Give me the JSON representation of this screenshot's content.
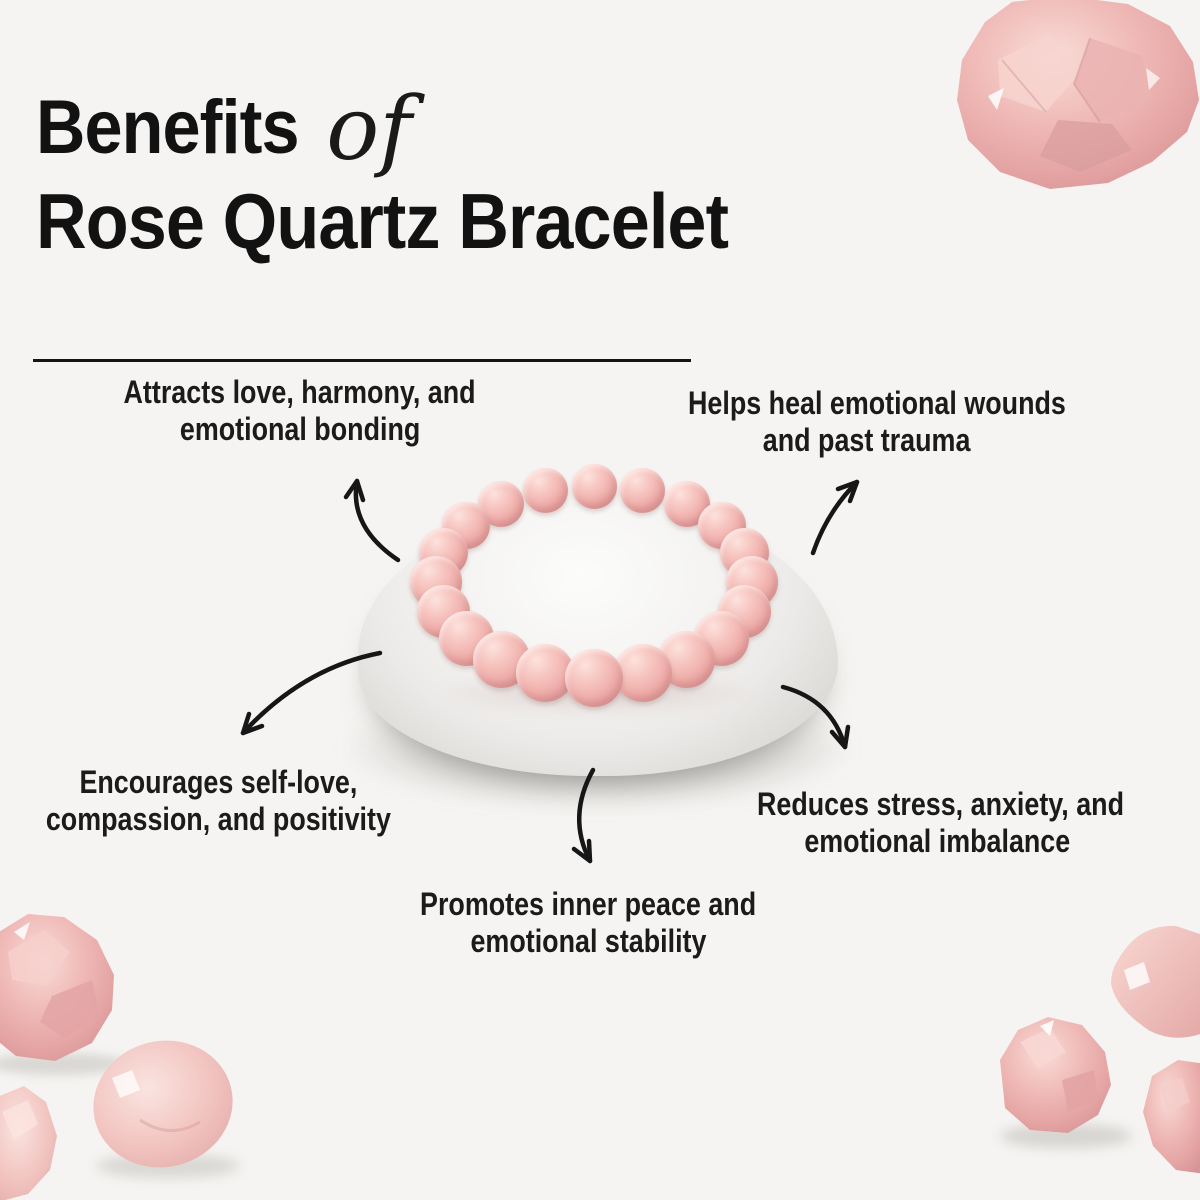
{
  "title": {
    "prefix": "Benefits",
    "of_word": "of",
    "product": "Rose Quartz Bracelet"
  },
  "benefits": [
    {
      "id": "attracts-love",
      "line1": "Attracts love, harmony, and",
      "line2": "emotional bonding"
    },
    {
      "id": "heal-wounds",
      "line1": "Helps heal emotional wounds",
      "line2": "and past trauma"
    },
    {
      "id": "self-love",
      "line1": "Encourages self-love,",
      "line2": "compassion, and positivity"
    },
    {
      "id": "reduces-stress",
      "line1": "Reduces stress, anxiety, and",
      "line2": "emotional imbalance"
    },
    {
      "id": "inner-peace",
      "line1": "Promotes inner peace and",
      "line2": "emotional stability"
    }
  ],
  "colors": {
    "background": "#f5f4f2",
    "text": "#161616",
    "arrow_black": "#161616",
    "quartz_pink": "#efb3af",
    "quartz_pink_light": "#f9dcd8",
    "stone_white": "#f2f1ef"
  },
  "decor": {
    "center_subject": "rose-quartz-bead-bracelet-on-white-pebble-stone",
    "crystals": [
      "rough-rose-quartz-top-right",
      "rough-rose-quartz-left",
      "rough-rose-quartz-left-edge",
      "tumbled-rose-quartz-bottom-left",
      "tumbled-rose-quartz-bottom-right",
      "rough-rose-quartz-bottom-center-right",
      "rough-rose-quartz-bottom-right-edge"
    ]
  }
}
